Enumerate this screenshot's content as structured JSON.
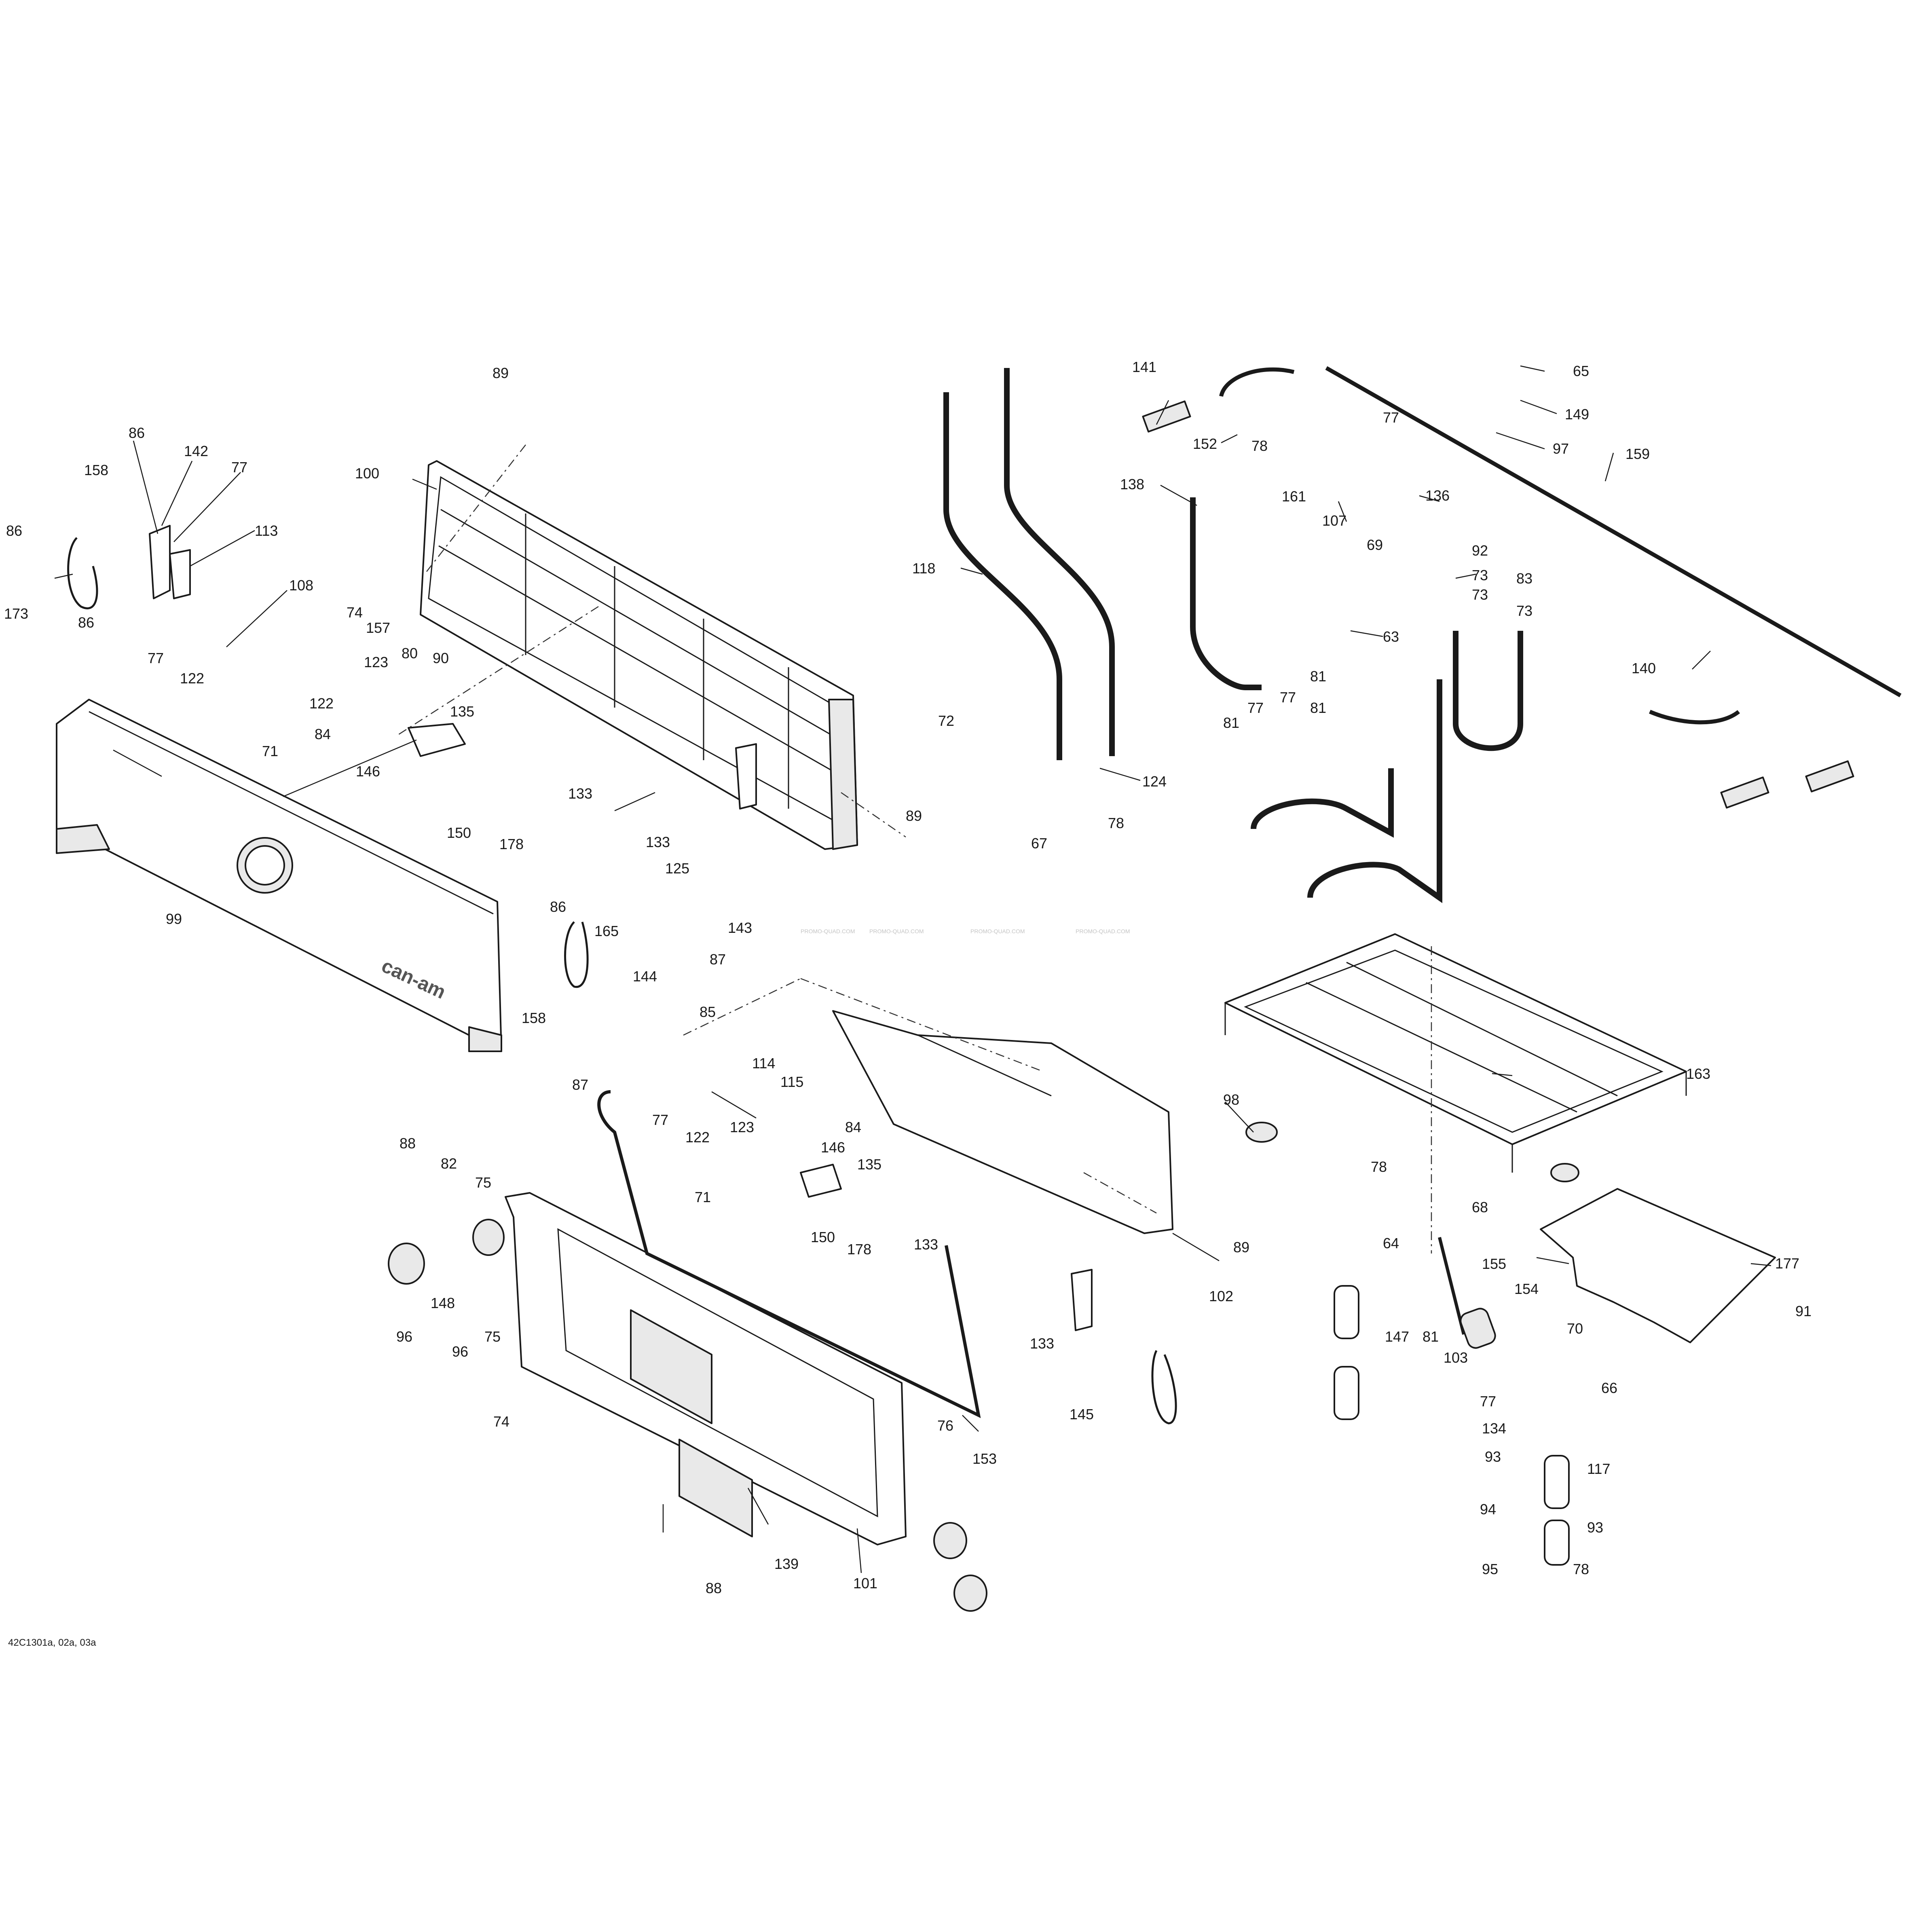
{
  "diagram": {
    "reference_code": "42C1301a, 02a, 03a",
    "brand_label": "can-am",
    "watermark": "PROMO-QUAD.COM"
  },
  "callouts": [
    {
      "id": "c65",
      "text": "65"
    },
    {
      "id": "c141",
      "text": "141"
    },
    {
      "id": "c149",
      "text": "149"
    },
    {
      "id": "c152",
      "text": "152"
    },
    {
      "id": "c77a",
      "text": "77"
    },
    {
      "id": "c97",
      "text": "97"
    },
    {
      "id": "c78a",
      "text": "78"
    },
    {
      "id": "c159",
      "text": "159"
    },
    {
      "id": "c161",
      "text": "161"
    },
    {
      "id": "c107",
      "text": "107"
    },
    {
      "id": "c69",
      "text": "69"
    },
    {
      "id": "c136",
      "text": "136"
    },
    {
      "id": "c138",
      "text": "138"
    },
    {
      "id": "c92",
      "text": "92"
    },
    {
      "id": "c73a",
      "text": "73"
    },
    {
      "id": "c83",
      "text": "83"
    },
    {
      "id": "c73b",
      "text": "73"
    },
    {
      "id": "c73c",
      "text": "73"
    },
    {
      "id": "c118",
      "text": "118"
    },
    {
      "id": "c63",
      "text": "63"
    },
    {
      "id": "c81a",
      "text": "81"
    },
    {
      "id": "c81b",
      "text": "81"
    },
    {
      "id": "c81c",
      "text": "81"
    },
    {
      "id": "c77b",
      "text": "77"
    },
    {
      "id": "c77c",
      "text": "77"
    },
    {
      "id": "c140",
      "text": "140"
    },
    {
      "id": "c72",
      "text": "72"
    },
    {
      "id": "c124",
      "text": "124"
    },
    {
      "id": "c78b",
      "text": "78"
    },
    {
      "id": "c67",
      "text": "67"
    },
    {
      "id": "c89a",
      "text": "89"
    },
    {
      "id": "c100",
      "text": "100"
    },
    {
      "id": "c86a",
      "text": "86"
    },
    {
      "id": "c142",
      "text": "142"
    },
    {
      "id": "c77d",
      "text": "77"
    },
    {
      "id": "c158a",
      "text": "158"
    },
    {
      "id": "c86b",
      "text": "86"
    },
    {
      "id": "c113",
      "text": "113"
    },
    {
      "id": "c173",
      "text": "173"
    },
    {
      "id": "c86c",
      "text": "86"
    },
    {
      "id": "c77e",
      "text": "77"
    },
    {
      "id": "c108",
      "text": "108"
    },
    {
      "id": "c122a",
      "text": "122"
    },
    {
      "id": "c74a",
      "text": "74"
    },
    {
      "id": "c157",
      "text": "157"
    },
    {
      "id": "c90",
      "text": "90"
    },
    {
      "id": "c123a",
      "text": "123"
    },
    {
      "id": "c80",
      "text": "80"
    },
    {
      "id": "c122b",
      "text": "122"
    },
    {
      "id": "c135a",
      "text": "135"
    },
    {
      "id": "c84a",
      "text": "84"
    },
    {
      "id": "c146a",
      "text": "146"
    },
    {
      "id": "c71a",
      "text": "71"
    },
    {
      "id": "c133a",
      "text": "133"
    },
    {
      "id": "c150a",
      "text": "150"
    },
    {
      "id": "c178a",
      "text": "178"
    },
    {
      "id": "c89b",
      "text": "89"
    },
    {
      "id": "c133b",
      "text": "133"
    },
    {
      "id": "c125",
      "text": "125"
    },
    {
      "id": "c143",
      "text": "143"
    },
    {
      "id": "c99",
      "text": "99"
    },
    {
      "id": "c86d",
      "text": "86"
    },
    {
      "id": "c165",
      "text": "165"
    },
    {
      "id": "c87a",
      "text": "87"
    },
    {
      "id": "c144",
      "text": "144"
    },
    {
      "id": "c158b",
      "text": "158"
    },
    {
      "id": "c85",
      "text": "85"
    },
    {
      "id": "c114",
      "text": "114"
    },
    {
      "id": "c87b",
      "text": "87"
    },
    {
      "id": "c115",
      "text": "115"
    },
    {
      "id": "c77f",
      "text": "77"
    },
    {
      "id": "c122c",
      "text": "122"
    },
    {
      "id": "c123b",
      "text": "123"
    },
    {
      "id": "c84b",
      "text": "84"
    },
    {
      "id": "c146b",
      "text": "146"
    },
    {
      "id": "c135b",
      "text": "135"
    },
    {
      "id": "c71b",
      "text": "71"
    },
    {
      "id": "c150b",
      "text": "150"
    },
    {
      "id": "c178b",
      "text": "178"
    },
    {
      "id": "c133c",
      "text": "133"
    },
    {
      "id": "c89c",
      "text": "89"
    },
    {
      "id": "c102",
      "text": "102"
    },
    {
      "id": "c133d",
      "text": "133"
    },
    {
      "id": "c145",
      "text": "145"
    },
    {
      "id": "c88a",
      "text": "88"
    },
    {
      "id": "c82",
      "text": "82"
    },
    {
      "id": "c75a",
      "text": "75"
    },
    {
      "id": "c148",
      "text": "148"
    },
    {
      "id": "c96a",
      "text": "96"
    },
    {
      "id": "c96b",
      "text": "96"
    },
    {
      "id": "c75b",
      "text": "75"
    },
    {
      "id": "c74b",
      "text": "74"
    },
    {
      "id": "c76",
      "text": "76"
    },
    {
      "id": "c153",
      "text": "153"
    },
    {
      "id": "c139",
      "text": "139"
    },
    {
      "id": "c88b",
      "text": "88"
    },
    {
      "id": "c101",
      "text": "101"
    },
    {
      "id": "c163",
      "text": "163"
    },
    {
      "id": "c98",
      "text": "98"
    },
    {
      "id": "c78c",
      "text": "78"
    },
    {
      "id": "c68",
      "text": "68"
    },
    {
      "id": "c64",
      "text": "64"
    },
    {
      "id": "c155",
      "text": "155"
    },
    {
      "id": "c154",
      "text": "154"
    },
    {
      "id": "c177",
      "text": "177"
    },
    {
      "id": "c147",
      "text": "147"
    },
    {
      "id": "c81d",
      "text": "81"
    },
    {
      "id": "c103",
      "text": "103"
    },
    {
      "id": "c70",
      "text": "70"
    },
    {
      "id": "c91",
      "text": "91"
    },
    {
      "id": "c77g",
      "text": "77"
    },
    {
      "id": "c66",
      "text": "66"
    },
    {
      "id": "c134",
      "text": "134"
    },
    {
      "id": "c93a",
      "text": "93"
    },
    {
      "id": "c117",
      "text": "117"
    },
    {
      "id": "c94",
      "text": "94"
    },
    {
      "id": "c93b",
      "text": "93"
    },
    {
      "id": "c95",
      "text": "95"
    },
    {
      "id": "c78d",
      "text": "78"
    }
  ]
}
